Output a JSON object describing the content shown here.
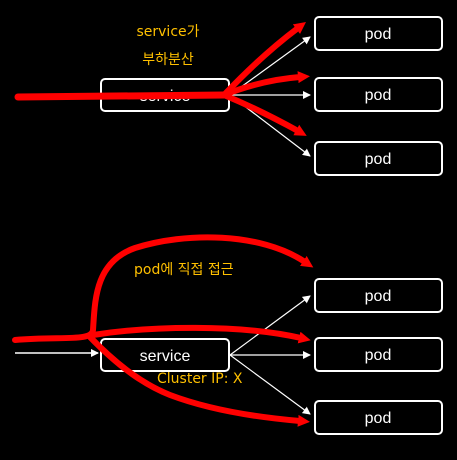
{
  "colors": {
    "background": "#000000",
    "box_stroke": "#ffffff",
    "box_text": "#ffffff",
    "note_text": "#ffc000",
    "traffic_arrow": "#ff0000",
    "connector": "#ffffff"
  },
  "top": {
    "note_line1": "service가",
    "note_line2": "부하분산",
    "service_label": "service",
    "pods": [
      "pod",
      "pod",
      "pod"
    ]
  },
  "bottom": {
    "note": "pod에 직접 접근",
    "service_label": "service",
    "cluster_ip_note": "Cluster IP: X",
    "pods": [
      "pod",
      "pod",
      "pod"
    ]
  }
}
